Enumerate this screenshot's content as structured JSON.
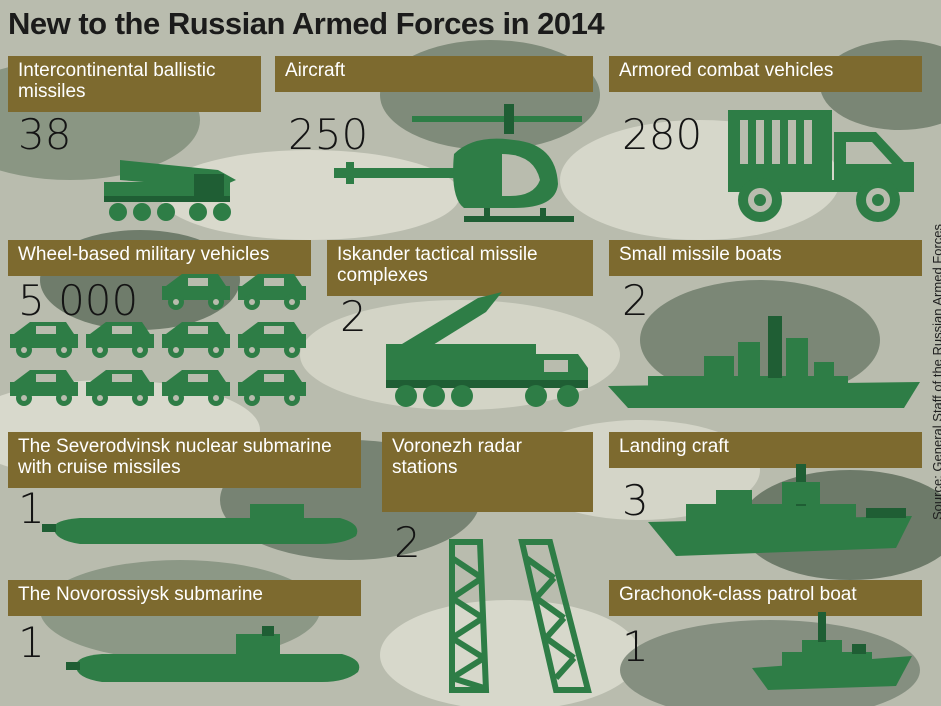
{
  "title": "New to the Russian Armed Forces in 2014",
  "colors": {
    "label_bg": "#7d6a2f",
    "icon_green": "#2e7d46",
    "dark_green": "#1f5e34"
  },
  "items": [
    {
      "label": "Intercontinental ballistic missiles",
      "count": "38",
      "icon": "missile-launcher-truck-icon"
    },
    {
      "label": "Aircraft",
      "count": "250",
      "icon": "helicopter-icon"
    },
    {
      "label": "Armored combat vehicles",
      "count": "280",
      "icon": "armored-truck-icon"
    },
    {
      "label": "Wheel-based military vehicles",
      "count": "5 000",
      "icon": "military-jeep-icon"
    },
    {
      "label": "Iskander tactical missile complexes",
      "count": "2",
      "icon": "iskander-launcher-icon"
    },
    {
      "label": "Small missile boats",
      "count": "2",
      "icon": "missile-boat-icon"
    },
    {
      "label": "The Severodvinsk nuclear submarine with cruise missiles",
      "count": "1",
      "icon": "nuclear-submarine-icon"
    },
    {
      "label": "Voronezh radar stations",
      "count": "2",
      "icon": "radar-tower-icon"
    },
    {
      "label": "Landing craft",
      "count": "3",
      "icon": "landing-craft-icon"
    },
    {
      "label": "The Novorossiysk submarine",
      "count": "1",
      "icon": "submarine-icon"
    },
    {
      "label": "Grachonok-class patrol boat",
      "count": "1",
      "icon": "patrol-boat-icon"
    }
  ],
  "source": "Source: General Staff of the Russian Armed Forces"
}
